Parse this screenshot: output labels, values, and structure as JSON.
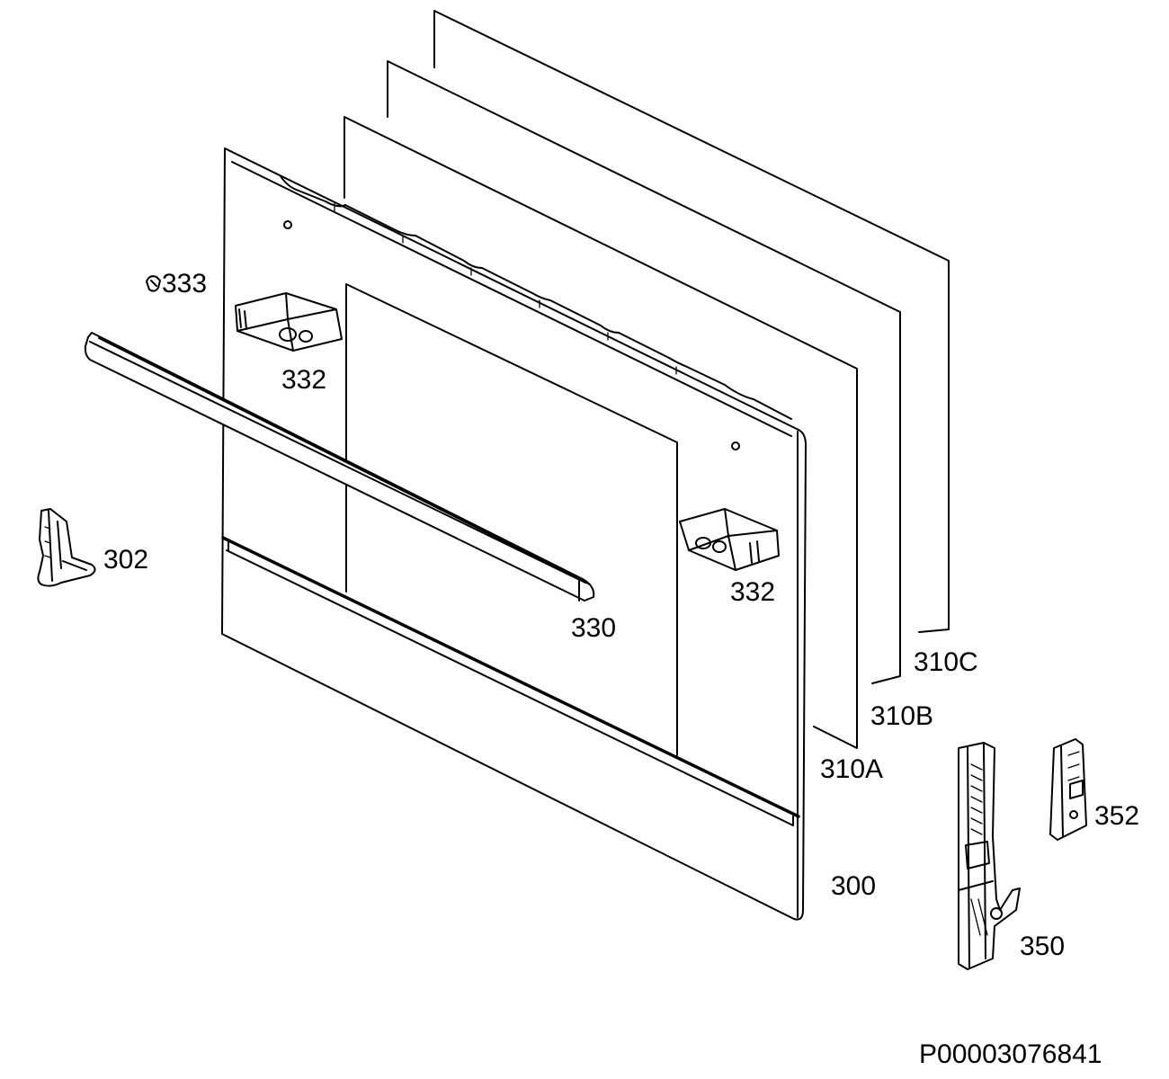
{
  "diagram": {
    "part_labels": {
      "p300": "300",
      "p302": "302",
      "p310a": "310A",
      "p310b": "310B",
      "p310c": "310C",
      "p330": "330",
      "p332_left": "332",
      "p332_right": "332",
      "p333": "333",
      "p350": "350",
      "p352": "352"
    },
    "document_id": "P00003076841"
  }
}
